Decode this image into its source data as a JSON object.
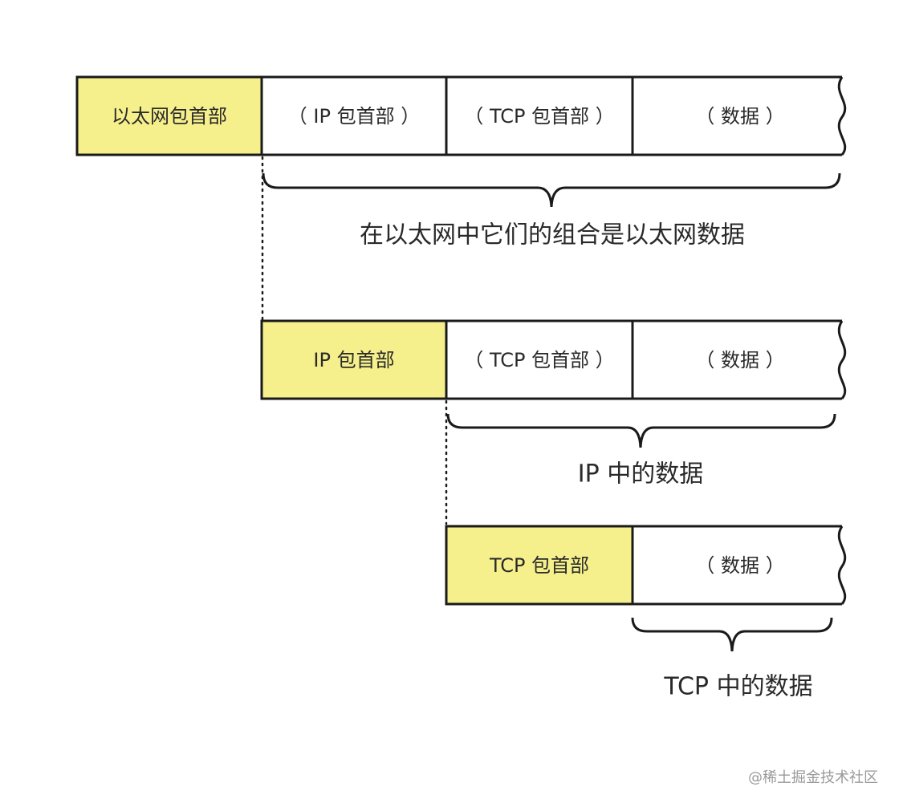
{
  "colors": {
    "header_fill": "#F6F08C",
    "cell_fill": "#FFFFFF",
    "stroke": "#1A1A1A"
  },
  "layers": [
    {
      "name": "ethernet",
      "cells": [
        {
          "label": "以太网包首部",
          "highlight": true
        },
        {
          "label": "（ IP 包首部 ）",
          "highlight": false
        },
        {
          "label": "（ TCP 包首部 ）",
          "highlight": false
        },
        {
          "label": "（ 数据 ）",
          "highlight": false
        }
      ],
      "caption": "在以太网中它们的组合是以太网数据"
    },
    {
      "name": "ip",
      "cells": [
        {
          "label": "IP 包首部",
          "highlight": true
        },
        {
          "label": "（ TCP 包首部 ）",
          "highlight": false
        },
        {
          "label": "（ 数据 ）",
          "highlight": false
        }
      ],
      "caption": "IP 中的数据"
    },
    {
      "name": "tcp",
      "cells": [
        {
          "label": "TCP 包首部",
          "highlight": true
        },
        {
          "label": "（ 数据 ）",
          "highlight": false
        }
      ],
      "caption": "TCP 中的数据"
    }
  ],
  "watermark": "@稀土掘金技术社区"
}
